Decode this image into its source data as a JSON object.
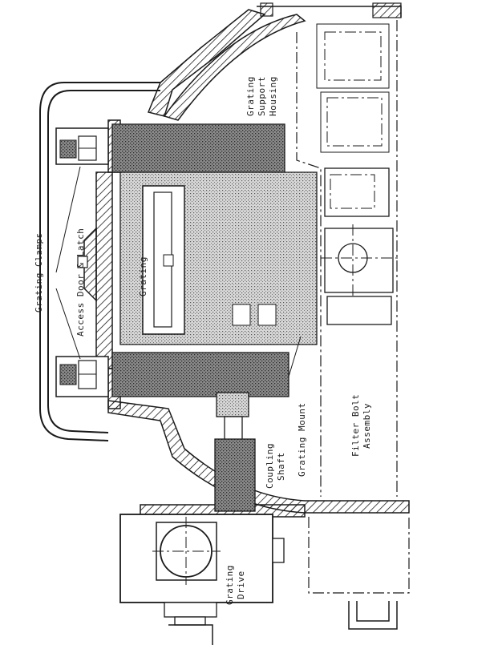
{
  "labels": {
    "grating_clamps": "Grating Clamps",
    "access_door_latch": "Access Door & Latch",
    "grating": "Grating",
    "grating_support": "Grating",
    "support_housing_1": "Support",
    "support_housing_2": "Housing",
    "grating_mount": "Grating Mount",
    "coupling_1": "Coupling",
    "coupling_2": "Shaft",
    "filter_bolt_1": "Filter Bolt",
    "filter_bolt_2": "Assembly",
    "grating_drive_1": "Grating",
    "grating_drive_2": "Drive"
  },
  "colors": {
    "ink": "#1a1a1a",
    "stipple_dark": "#6e6e6e",
    "stipple_light": "#b8b8b8",
    "paper": "#ffffff"
  }
}
